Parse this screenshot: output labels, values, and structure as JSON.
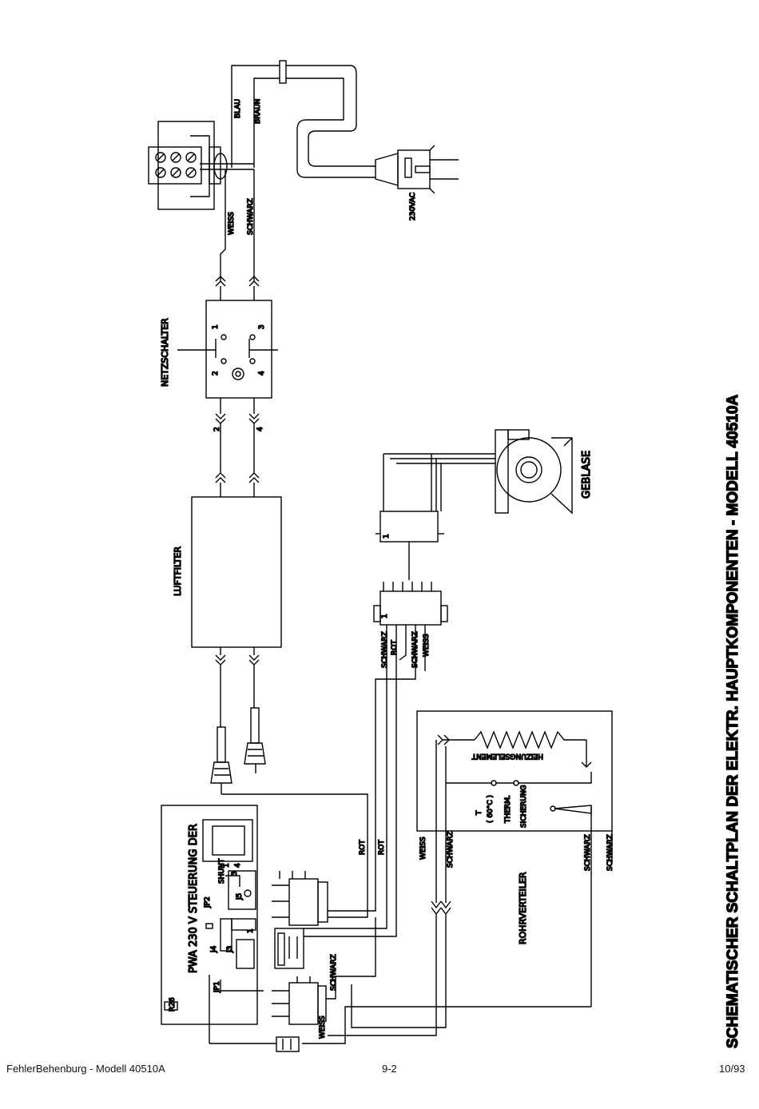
{
  "title": "SCHEMATISCHER SCHALTPLAN DER ELEKTR. HAUPTKOMPONENTEN - MODELL 40510A",
  "labels": {
    "blau": "BLAU",
    "braun": "BRAUN",
    "weiss": "WEISS",
    "schwarz": "SCHWARZ",
    "rot": "ROT",
    "vac": "230VAC",
    "netzschalter": "NETZSCHALTER",
    "luftfilter": "LUFTFILTER",
    "geblase": "GEBLASE",
    "heizungselement": "HEIZUNGSELEMENT",
    "rohrverteiler": "ROHRVERTEILER",
    "therm_t": "T",
    "therm_temp": "( 60°C )",
    "therm_1": "THERM.",
    "therm_2": "SICHERUNG",
    "pwa": "PWA 230 V STEUERUNG DER",
    "jp2": "JP2",
    "shunt": "SHUNT",
    "jp1": "JP1",
    "j3": "J3",
    "j4": "J4",
    "j5": "J5",
    "r26": "R26",
    "sw1": "1",
    "sw2": "2",
    "sw3": "3",
    "sw4": "4",
    "w2": "2",
    "w4": "4",
    "conn1": "1",
    "conn2": "1",
    "one": "1",
    "n1": "1",
    "n3": "3",
    "n4": "4"
  },
  "footer": {
    "left": "FehlerBehenburg - Modell 40510A",
    "center": "9-2",
    "right": "10/93"
  }
}
